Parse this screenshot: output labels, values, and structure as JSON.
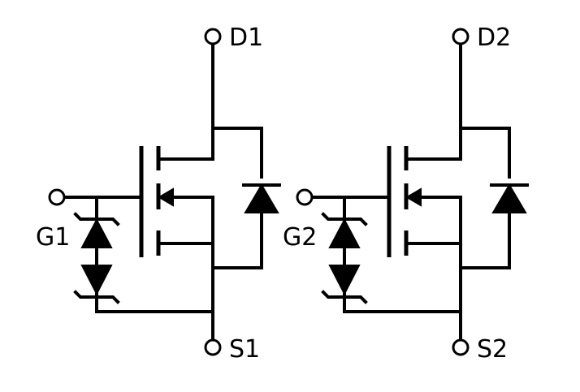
{
  "diagram": {
    "colors": {
      "line": "#000000",
      "background": "#ffffff"
    },
    "mosfet_1": {
      "drain_label": "D1",
      "gate_label": "G1",
      "source_label": "S1"
    },
    "mosfet_2": {
      "drain_label": "D2",
      "gate_label": "G2",
      "source_label": "S2"
    }
  }
}
